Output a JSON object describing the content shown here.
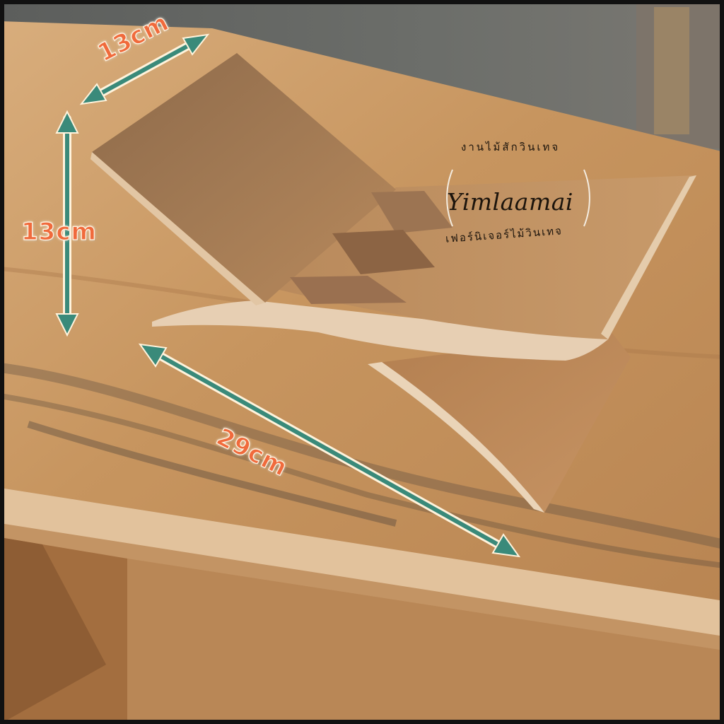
{
  "photo": {
    "subject": "wooden book stand",
    "colors": {
      "table_wood": "#c99a68",
      "stand_wood": "#b07c4c",
      "stand_light": "#e7cfb3",
      "arrow_fill": "#3a8a7a",
      "arrow_outline": "#fff3dc",
      "label_text": "#f06a3c"
    }
  },
  "dimensions": {
    "width_top": "13cm",
    "height_left": "13cm",
    "length": "29cm"
  },
  "watermark": {
    "brand": "Yimlaamai",
    "top_arc_text": "งานไม้สักวินเทจ",
    "bottom_arc_text": "เฟอร์นิเจอร์ไม้วินเทจ"
  }
}
